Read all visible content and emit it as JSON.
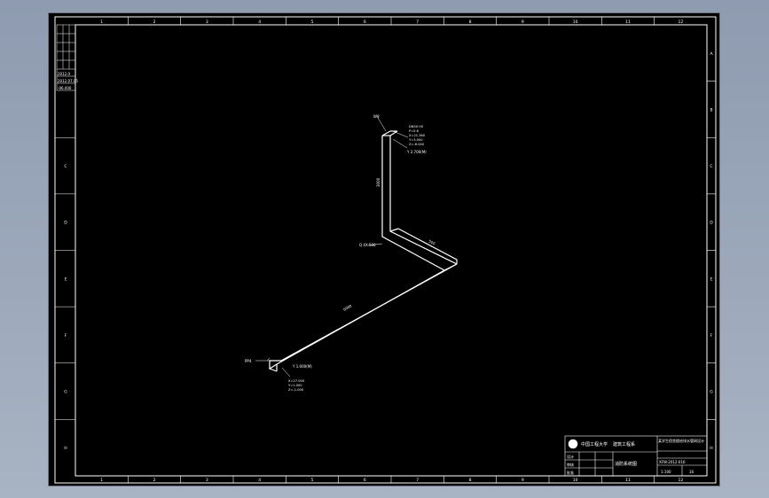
{
  "frame": {
    "top_columns": [
      "1",
      "2",
      "3",
      "4",
      "5",
      "6",
      "7",
      "8",
      "9",
      "10",
      "11",
      "12"
    ],
    "bottom_columns": [
      "1",
      "2",
      "3",
      "4",
      "5",
      "6",
      "7",
      "8",
      "9",
      "10",
      "11",
      "12"
    ],
    "right_rows": [
      "A",
      "B",
      "C",
      "D",
      "E",
      "F",
      "G",
      "H"
    ],
    "left_rows": [
      "C",
      "D",
      "E",
      "F",
      "G",
      "H"
    ]
  },
  "corner_table": {
    "line1": "2012.0",
    "line2": "2012.07.05",
    "line3": "-06.000"
  },
  "pipe_labels": {
    "top_end": "W8",
    "top_note_lines": [
      "DN50  HS",
      "P=0.6",
      "X=21.360",
      "Y=3.000",
      "Z=-6.000"
    ],
    "top_elev": "Y 2.700(M)",
    "vertical_dim": "3000",
    "elbow_label": "Q 4X-500",
    "short_dim": "500",
    "long_dim": "6000",
    "bottom_end": "PP4",
    "bottom_elev": "Y 1.000(M)",
    "bottom_note_lines": [
      "X=27.000",
      "Y=1.000",
      "Z=-1.000"
    ]
  },
  "title_block": {
    "school": "中国工程大学",
    "dept": "建筑工程系",
    "project": "某学生宿舍楼给排水管网设计",
    "drawing_name": "消防系统图",
    "drawing_no": "XFW-2012-016",
    "scale": "1:100",
    "sheet": "16",
    "rows": [
      "设计",
      "审核",
      "批准"
    ]
  },
  "colors": {
    "line": "#ffffff",
    "background": "#000000"
  }
}
